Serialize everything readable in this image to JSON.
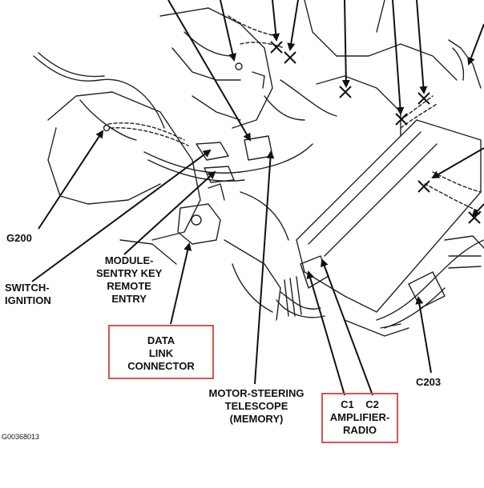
{
  "labels": {
    "g200": "G200",
    "switch_ignition": [
      "SWITCH-",
      "IGNITION"
    ],
    "module_sentry": [
      "MODULE-",
      "SENTRY KEY",
      "REMOTE",
      "ENTRY"
    ],
    "data_link": [
      "DATA",
      "LINK",
      "CONNECTOR"
    ],
    "motor_steering": [
      "MOTOR-STEERING",
      "TELESCOPE",
      "(MEMORY)"
    ],
    "amplifier_radio": [
      "C1    C2",
      "AMPLIFIER-",
      "RADIO"
    ],
    "c203": "C203"
  },
  "figure_id": "G00368013",
  "colors": {
    "highlight_box": "#d9534f",
    "line": "#111111"
  }
}
